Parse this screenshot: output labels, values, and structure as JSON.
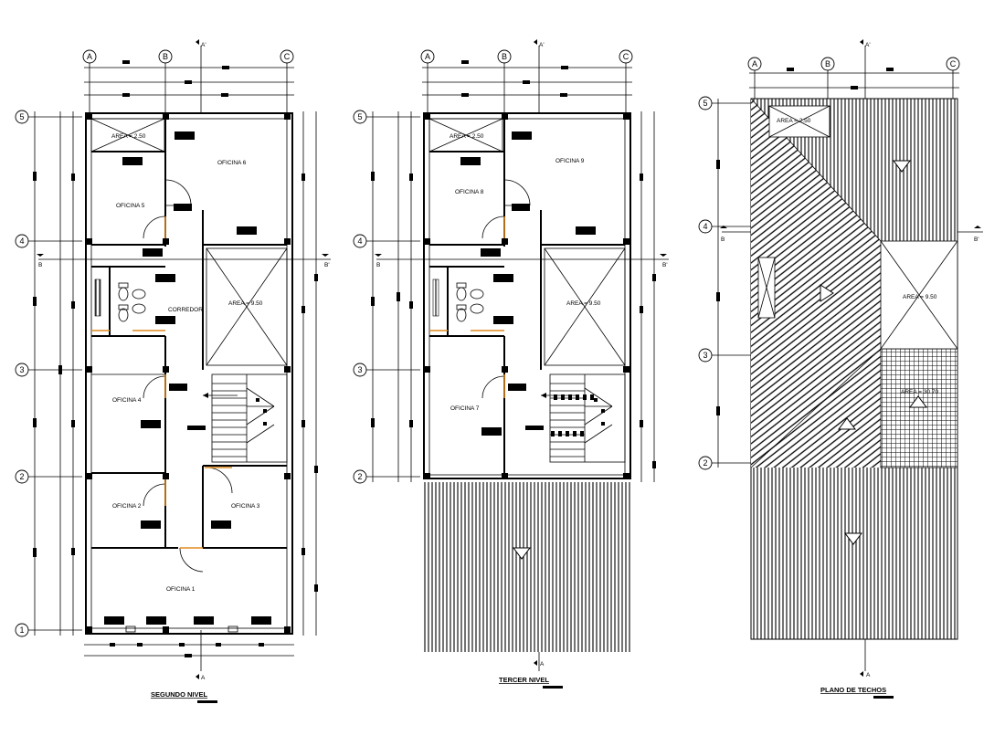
{
  "plans": [
    {
      "title": "SEGUNDO NIVEL",
      "rooms": [
        "OFICINA 6",
        "OFICINA 5",
        "CORREDOR",
        "OFICINA 4",
        "OFICINA 2",
        "OFICINA 3",
        "OFICINA 1"
      ],
      "areas": [
        "AREA = 2.50",
        "AREA = 9.50"
      ]
    },
    {
      "title": "TERCER NIVEL",
      "rooms": [
        "OFICINA 9",
        "OFICINA 8",
        "OFICINA 7"
      ],
      "areas": [
        "AREA = 2.50",
        "AREA = 9.50"
      ]
    },
    {
      "title": "PLANO DE TECHOS",
      "rooms": [],
      "areas": [
        "AREA = 2.50",
        "AREA = 9.50",
        "AREA = 30.70"
      ]
    }
  ],
  "axes": {
    "columns": [
      "A",
      "B",
      "C"
    ],
    "rows": [
      "5",
      "4",
      "3",
      "2",
      "1"
    ]
  },
  "section_marks": {
    "top": "A'",
    "bottom": "A",
    "left": "B",
    "right": "B'"
  }
}
